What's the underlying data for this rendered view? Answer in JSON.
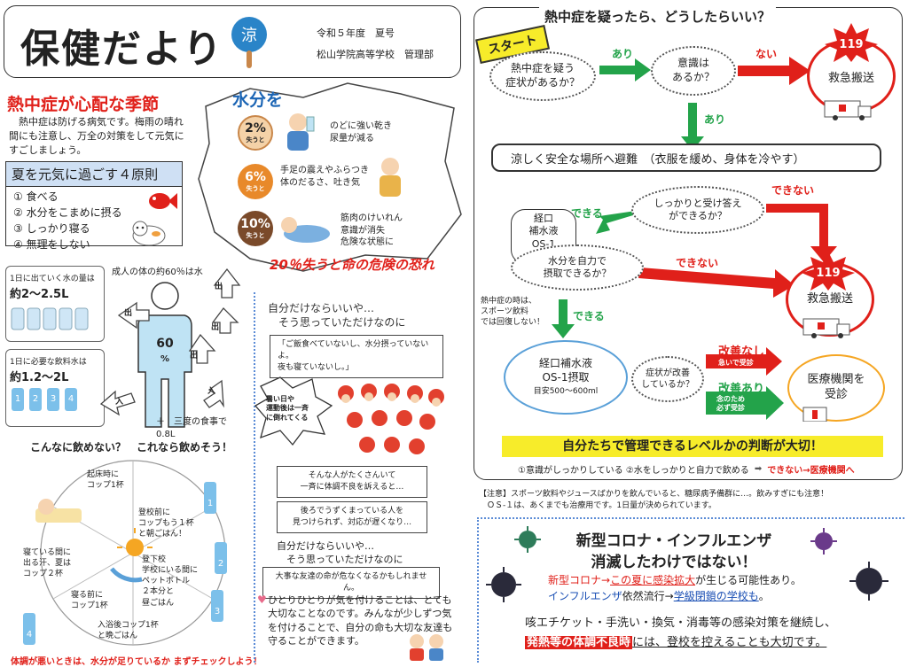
{
  "header": {
    "title": "保健だより",
    "badge": "涼",
    "issue": "令和５年度　夏号",
    "school": "松山学院高等学校　管理部"
  },
  "intro": {
    "heading": "熱中症が心配な季節",
    "text": "熱中症は防げる病気です。梅雨の晴れ間にも注意し、万全の対策をして元気にすごしましょう。"
  },
  "principles": {
    "heading": "夏を元気に過ごす４原則",
    "items": [
      "① 食べる",
      "② 水分をこまめに摂る",
      "③ しっかり寝る",
      "④ 無理をしない"
    ]
  },
  "water": {
    "heading": "水分を",
    "levels": [
      {
        "pct": "2%",
        "sub": "失うと",
        "desc": "のどに強い乾き\n尿量が減る",
        "color": "#f4d2a8"
      },
      {
        "pct": "6%",
        "sub": "失うと",
        "desc": "手足の震えやふらつき\n体のだるさ、吐き気",
        "color": "#e8892a"
      },
      {
        "pct": "10%",
        "sub": "失うと",
        "desc": "筋肉のけいれん\n意識が消失\n危険な状態に",
        "color": "#7a4a2a"
      }
    ],
    "danger": "20％失うと命の危険の恐れ"
  },
  "body": {
    "adult_label": "成人の体の約60％は水",
    "pct": "60",
    "unit": "%",
    "out_text_1": "1日に出ていく水の量は",
    "out_text_2": "約2〜2.5L",
    "need_text_1": "1日に必要な飲料水は",
    "need_text_2": "約1.2〜2L",
    "meals": "＋　三度の食事で\n0.8L",
    "out": "出",
    "in": "入",
    "bottles": [
      "1",
      "2",
      "3",
      "4"
    ]
  },
  "drink": {
    "heading": "こんなに飲めない？　これなら飲めそう！",
    "items": [
      "起床時に\nコップ1杯",
      "登校前に\nコップもう１杯\nと朝ごはん！",
      "登下校\n学校にいる間に\nペットボトル\n２本分と\n昼ごはん",
      "入浴後コップ1杯\nと晩ごはん",
      "寝る前に\nコップ1杯",
      "寝ている間に\n出る汗、夏は\nコップ２杯"
    ],
    "bottle_nums": [
      "1",
      "2",
      "3",
      "4"
    ],
    "footer": "体調が悪いときは、水分が足りているか まずチェックしよう！"
  },
  "story": {
    "thought1": "自分だけならいいや…\n　そう思っていただけなのに",
    "quote": "「ご飯食べていないし、水分摂っていないよ。\n夜も寝ていないし。」",
    "crowd_label": "暑い日や\n運動後は一斉\nに倒れてくる",
    "bubble1": "そんな人がたくさんいて\n一斉に体調不良を訴えると…",
    "bubble2": "後ろでうずくまっている人を\n見つけられず、対応が遅くなり…",
    "thought2": "自分だけならいいや…\n　そう思っていただけなのに",
    "bubble3": "大事な友達の命が危なくなるかもしれません。",
    "closing": "ひとりひとりが気を付けることは、とても大切なことなのです。みんなが少しずつ気を付けることで、自分の命も大切な友達も守ることができます。"
  },
  "flow": {
    "title": "熱中症を疑ったら、どうしたらいい？",
    "start": "スタート",
    "q1": "熱中症を疑う\n症状があるか？",
    "q2": "意識は\nあるか？",
    "ari": "あり",
    "nai": "ない",
    "num119": "119",
    "emergency": "救急搬送",
    "action": "涼しく安全な場所へ避難　（衣服を緩め、身体を冷やす）",
    "q3": "しっかりと受け答え\nができるか？",
    "dekiru": "できる",
    "dekinai": "できない",
    "ors_box": "経口\n補水液\nOS-1",
    "q4": "水分を自力で\n摂取できるか？",
    "sports_note": "熱中症の時は、\nスポーツ飲料\nでは回復しない！",
    "ors_oval_title": "経口補水液\nOS-1摂取",
    "ors_oval_sub": "目安500〜600ml",
    "q5": "症状が改善\nしているか？",
    "no_improve": "改善なし",
    "no_improve_tag": "急いで受診",
    "improve": "改善あり",
    "improve_tag": "念のため\n必ず受診",
    "clinic": "医療機関を\n受診",
    "judge": "自分たちで管理できるレベルかの判断が大切！",
    "summary_a": "①意識がしっかりしている ②水をしっかりと自力で飲める",
    "summary_b": "できない→医療機関へ"
  },
  "note": "【注意】スポーツ飲料やジュースばかりを飲んでいると、糖尿病予備群に…。飲みすぎにも注意！\n　ＯＳ-１は、あくまでも治療用です。1日量が決められています。",
  "corona": {
    "title1": "新型コロナ・インフルエンザ",
    "title2": "消滅したわけではない！",
    "line1a": "新型コロナ→",
    "line1b": "この夏に感染拡大",
    "line1c": "が生じる可能性あり。",
    "line2a": "インフルエンザ",
    "line2b": "依然流行→",
    "line2c": "学級閉鎖の学校も",
    "line2d": "。",
    "line3": "咳エチケット・手洗い・換気・消毒等の感染対策を継続し、",
    "line4a": "発熱等の体調不良時",
    "line4b": "には、登校を控えることも大切です。"
  }
}
